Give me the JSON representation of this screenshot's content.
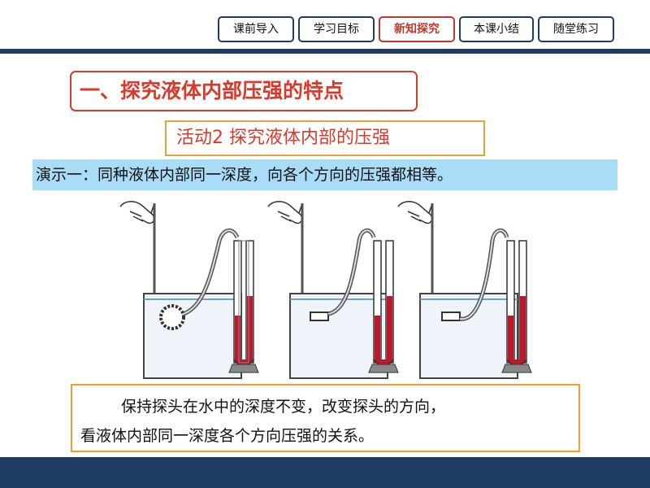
{
  "nav": {
    "tabs": [
      {
        "label": "课前导入"
      },
      {
        "label": "学习目标"
      },
      {
        "label": "新知探究"
      },
      {
        "label": "本课小结"
      },
      {
        "label": "随堂练习"
      }
    ],
    "active_index": 2
  },
  "section_title": "一、探究液体内部压强的特点",
  "activity_title": "活动2  探究液体内部的压强",
  "demo_text": "演示一：同种液体内部同一深度，向各个方向的压强都相等。",
  "caption": {
    "line1": "保持探头在水中的深度不变，改变探头的方向，",
    "line2": "看液体内部同一深度各个方向压强的关系。"
  },
  "colors": {
    "primary": "#1f3d63",
    "title_red": "#d93a2b",
    "highlight": "#a9dcf7",
    "border_orange": "#f39c2c",
    "liquid_red": "#c0182a"
  },
  "apparatus": [
    {
      "probe_direction": "sideways"
    },
    {
      "probe_direction": "up"
    },
    {
      "probe_direction": "down"
    }
  ]
}
